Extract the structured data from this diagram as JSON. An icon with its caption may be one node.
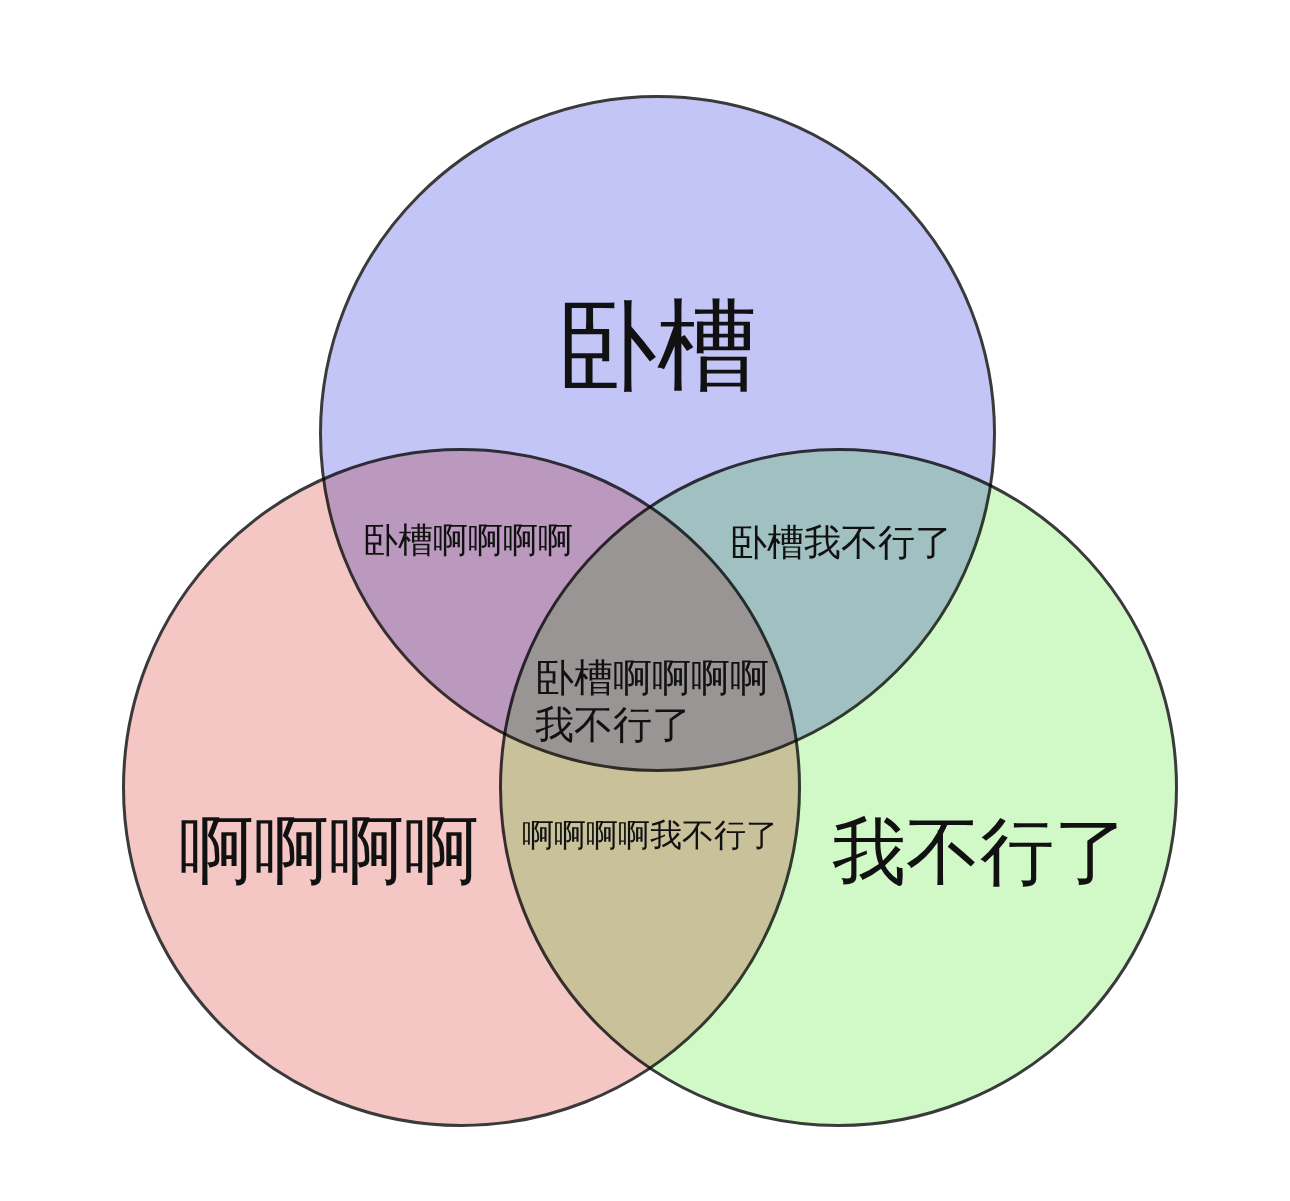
{
  "diagram": {
    "nodes": [
      {
        "text": [
          "卧槽"
        ]
      },
      {
        "text": [
          "啊啊啊啊"
        ]
      },
      {
        "text": [
          "我不行了"
        ]
      }
    ],
    "labels": [
      "卧槽啊啊啊啊",
      "卧槽我不行了",
      "卧槽啊啊啊啊我不行了",
      "啊啊啊啊我不行了"
    ]
  }
}
